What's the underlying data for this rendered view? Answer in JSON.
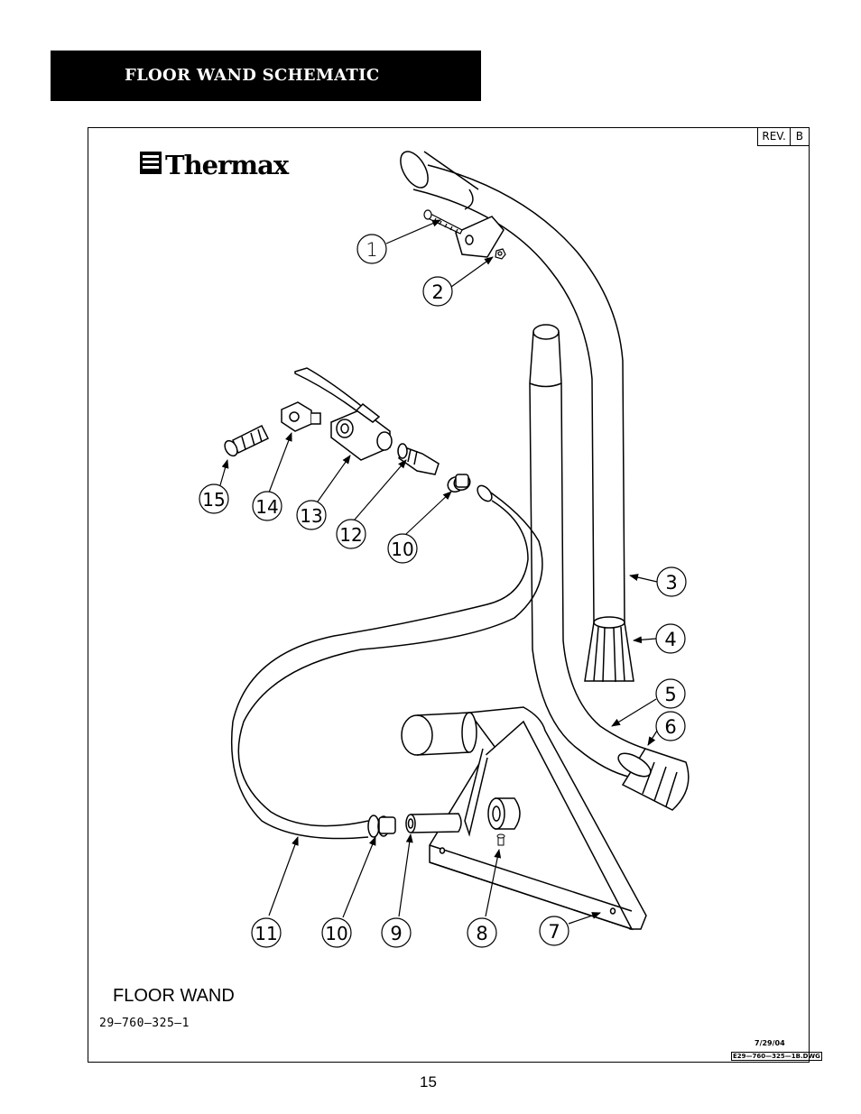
{
  "header": {
    "title": "FLOOR WAND SCHEMATIC"
  },
  "revision": {
    "label": "REV.",
    "value": "B"
  },
  "logo": {
    "text": "Thermax"
  },
  "callouts": [
    "1",
    "2",
    "15",
    "14",
    "13",
    "12",
    "10",
    "3",
    "4",
    "5",
    "6",
    "11",
    "10",
    "9",
    "8",
    "7"
  ],
  "drawing": {
    "title": "FLOOR WAND",
    "part_number": "29—760—325—1"
  },
  "footer": {
    "date": "7/29/04",
    "dwg_number": "E29—760—325—1B.DWG"
  },
  "page": {
    "number": "15"
  },
  "colors": {
    "ink": "#000000",
    "paper": "#ffffff",
    "header_bg": "#000000"
  }
}
